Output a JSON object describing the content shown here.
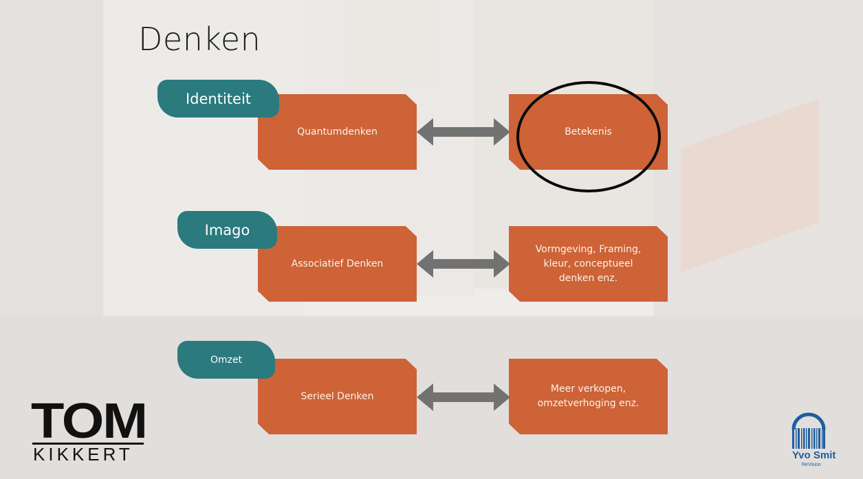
{
  "slide": {
    "title": "Denken"
  },
  "rows": [
    {
      "tab": "Identiteit",
      "left_box": "Quantumdenken",
      "right_box": "Betekenis"
    },
    {
      "tab": "Imago",
      "left_box": "Associatief Denken",
      "right_box": "Vormgeving, Framing, kleur, conceptueel denken enz."
    },
    {
      "tab": "Omzet",
      "left_box": "Serieel Denken",
      "right_box": "Meer verkopen, omzetverhoging enz."
    }
  ],
  "logos": {
    "left_top": "TOM",
    "left_bottom": "KIKKERT",
    "right_name": "Yvo Smit",
    "right_sub": "ReVision"
  },
  "colors": {
    "box": "#cd6337",
    "tab": "#2a7a7e",
    "arrow": "#727272",
    "circle": "#0a0a0a",
    "yvo_blue": "#1f5d9e"
  }
}
